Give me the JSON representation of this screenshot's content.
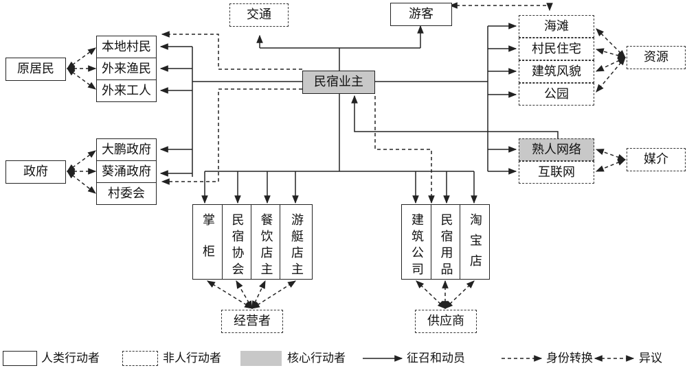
{
  "nodes": {
    "jiaotong": "交通",
    "youke": "游客",
    "benditimin": "本地村民",
    "wailaiyumin": "外来渔民",
    "wailaigongren": "外来工人",
    "yuanjumin": "原居民",
    "minsuyezhu": "民宿业主",
    "haitan": "海滩",
    "cunminzhuzhai": "村民住宅",
    "jianzhufengmao": "建筑风貌",
    "gongyuan": "公园",
    "ziyuan": "资源",
    "shurenwangluo": "熟人网络",
    "hulianwang": "互联网",
    "meijie": "媒介",
    "dapengzhengfu": "大鹏政府",
    "kuiyongzhengfu": "葵涌政府",
    "cunweihui": "村委会",
    "zhengfu": "政府",
    "zhanggui": "掌柜",
    "minsuxiehui": "民宿协会",
    "canyindianzhu": "餐饮店主",
    "youtingdianzhu": "游艇店主",
    "jianzhugongsi": "建筑公司",
    "minsuyongpin": "民宿用品",
    "taobaodian": "淘宝店",
    "jingyingzhe": "经营者",
    "gongyingshang": "供应商"
  },
  "legend": {
    "human_actor": "人类行动者",
    "nonhuman_actor": "非人行动者",
    "core_actor": "核心行动者",
    "recruit_mobilize": "征召和动员",
    "identity_shift": "身份转换",
    "dissent": "异议"
  },
  "colors": {
    "line": "#222222",
    "core_fill": "#c8c8c8"
  }
}
